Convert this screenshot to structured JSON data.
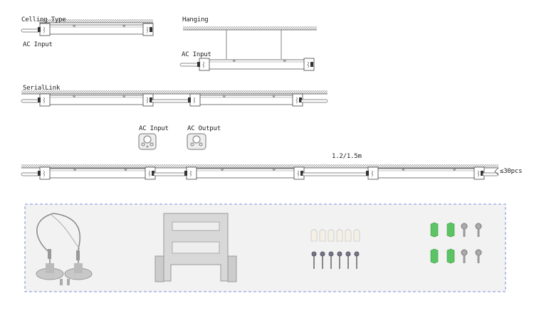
{
  "labels": {
    "ceiling_type": "Celling Type",
    "ceiling_ac_input": "AC Input",
    "hanging": "Hanging",
    "hanging_ac_input": "AC Input",
    "serial_link": "SerialLink",
    "connector_ac_input": "AC Input",
    "connector_ac_output": "AC Output",
    "link_length": "1.2/1.5m",
    "max_count": "≤30pcs"
  },
  "accessories": [
    {
      "icon": "steel-wire-hanging-kit-icon"
    },
    {
      "icon": "mounting-bracket-icon"
    },
    {
      "icon": "wall-plugs-and-screws-icon"
    },
    {
      "icon": "waterproof-caps-and-screws-icon"
    }
  ],
  "colors": {
    "line": "#555555",
    "panel_border": "#7b8fe0",
    "panel_bg": "#f2f2f2",
    "cap_green": "#5cc464"
  }
}
